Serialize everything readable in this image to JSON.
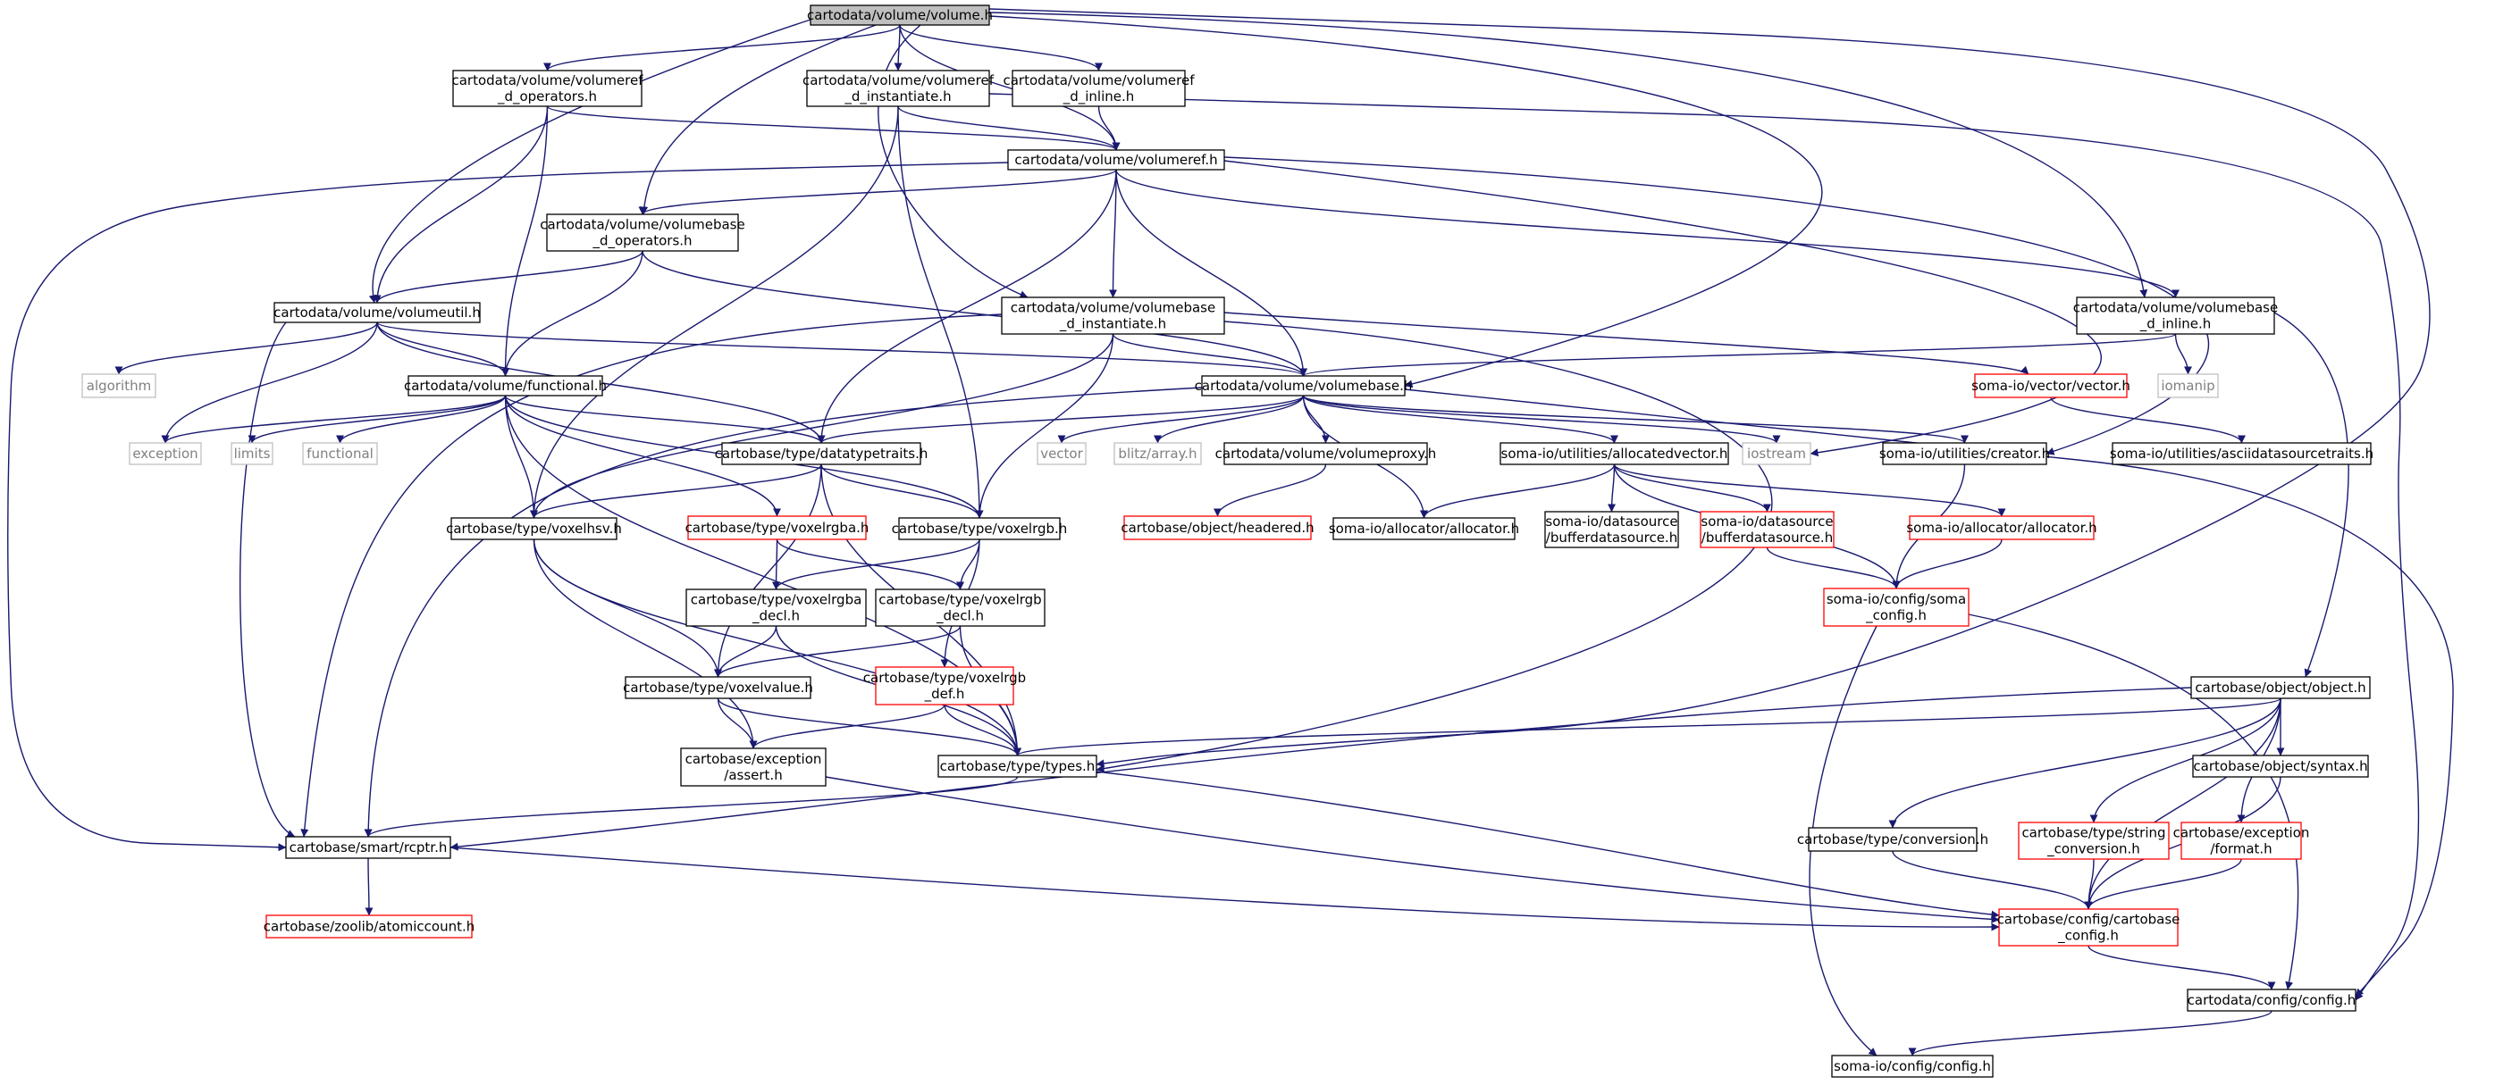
{
  "colors": {
    "edge": "#191970",
    "node_border": "#000000",
    "missing_border": "#ff0000",
    "external_border": "#bfbfbf",
    "root_fill": "#bfbfbf",
    "text": "#000000",
    "external_text": "#808080"
  },
  "nodes": [
    {
      "id": "n0",
      "lines": [
        "cartodata/volume/volume.h"
      ],
      "kind": "root"
    },
    {
      "id": "n1",
      "lines": [
        "cartodata/volume/volumeref",
        "_d_operators.h"
      ],
      "kind": "normal"
    },
    {
      "id": "n2",
      "lines": [
        "cartodata/volume/volumeref",
        "_d_instantiate.h"
      ],
      "kind": "normal"
    },
    {
      "id": "n3",
      "lines": [
        "cartodata/volume/volumeref",
        "_d_inline.h"
      ],
      "kind": "normal"
    },
    {
      "id": "n4",
      "lines": [
        "cartodata/volume/volumeref.h"
      ],
      "kind": "normal"
    },
    {
      "id": "n5",
      "lines": [
        "cartodata/volume/volumebase",
        "_d_operators.h"
      ],
      "kind": "normal"
    },
    {
      "id": "n6",
      "lines": [
        "cartodata/volume/volumeutil.h"
      ],
      "kind": "normal"
    },
    {
      "id": "n7",
      "lines": [
        "cartodata/volume/volumebase",
        "_d_instantiate.h"
      ],
      "kind": "normal"
    },
    {
      "id": "n8",
      "lines": [
        "cartodata/volume/volumebase",
        "_d_inline.h"
      ],
      "kind": "normal"
    },
    {
      "id": "n9",
      "lines": [
        "algorithm"
      ],
      "kind": "external"
    },
    {
      "id": "n10",
      "lines": [
        "cartodata/volume/functional.h"
      ],
      "kind": "normal"
    },
    {
      "id": "n11",
      "lines": [
        "cartodata/volume/volumebase.h"
      ],
      "kind": "normal"
    },
    {
      "id": "n12",
      "lines": [
        "soma-io/vector/vector.h"
      ],
      "kind": "missing"
    },
    {
      "id": "n13",
      "lines": [
        "iomanip"
      ],
      "kind": "external"
    },
    {
      "id": "n14",
      "lines": [
        "exception"
      ],
      "kind": "external"
    },
    {
      "id": "n15",
      "lines": [
        "limits"
      ],
      "kind": "external"
    },
    {
      "id": "n16",
      "lines": [
        "functional"
      ],
      "kind": "external"
    },
    {
      "id": "n17",
      "lines": [
        "cartobase/type/datatypetraits.h"
      ],
      "kind": "normal"
    },
    {
      "id": "n18",
      "lines": [
        "vector"
      ],
      "kind": "external"
    },
    {
      "id": "n19",
      "lines": [
        "blitz/array.h"
      ],
      "kind": "external"
    },
    {
      "id": "n20",
      "lines": [
        "cartodata/volume/volumeproxy.h"
      ],
      "kind": "normal"
    },
    {
      "id": "n21",
      "lines": [
        "soma-io/utilities/allocatedvector.h"
      ],
      "kind": "normal"
    },
    {
      "id": "n22",
      "lines": [
        "iostream"
      ],
      "kind": "external"
    },
    {
      "id": "n23",
      "lines": [
        "soma-io/utilities/creator.h"
      ],
      "kind": "normal"
    },
    {
      "id": "n24",
      "lines": [
        "soma-io/utilities/asciidatasourcetraits.h"
      ],
      "kind": "normal"
    },
    {
      "id": "n25",
      "lines": [
        "cartobase/type/voxelhsv.h"
      ],
      "kind": "normal"
    },
    {
      "id": "n26",
      "lines": [
        "cartobase/type/voxelrgba.h"
      ],
      "kind": "missing"
    },
    {
      "id": "n27",
      "lines": [
        "cartobase/type/voxelrgb.h"
      ],
      "kind": "normal"
    },
    {
      "id": "n28",
      "lines": [
        "cartobase/object/headered.h"
      ],
      "kind": "missing"
    },
    {
      "id": "n29",
      "lines": [
        "soma-io/allocator/allocator.h"
      ],
      "kind": "normal"
    },
    {
      "id": "n30",
      "lines": [
        "soma-io/datasource",
        "/bufferdatasource.h"
      ],
      "kind": "normal"
    },
    {
      "id": "n31",
      "lines": [
        "soma-io/datasource",
        "/bufferdatasource.h"
      ],
      "kind": "missing"
    },
    {
      "id": "n32",
      "lines": [
        "soma-io/allocator/allocator.h"
      ],
      "kind": "missing"
    },
    {
      "id": "n33",
      "lines": [
        "cartobase/type/voxelrgba",
        "_decl.h"
      ],
      "kind": "normal"
    },
    {
      "id": "n34",
      "lines": [
        "cartobase/type/voxelrgb",
        "_decl.h"
      ],
      "kind": "normal"
    },
    {
      "id": "n35",
      "lines": [
        "soma-io/config/soma",
        "_config.h"
      ],
      "kind": "missing"
    },
    {
      "id": "n36",
      "lines": [
        "cartobase/type/voxelvalue.h"
      ],
      "kind": "normal"
    },
    {
      "id": "n37",
      "lines": [
        "cartobase/type/voxelrgb",
        "_def.h"
      ],
      "kind": "missing"
    },
    {
      "id": "n38",
      "lines": [
        "cartobase/object/object.h"
      ],
      "kind": "normal"
    },
    {
      "id": "n39",
      "lines": [
        "cartobase/exception",
        "/assert.h"
      ],
      "kind": "normal"
    },
    {
      "id": "n40",
      "lines": [
        "cartobase/type/types.h"
      ],
      "kind": "normal"
    },
    {
      "id": "n41",
      "lines": [
        "cartobase/object/syntax.h"
      ],
      "kind": "normal"
    },
    {
      "id": "n42",
      "lines": [
        "cartobase/type/conversion.h"
      ],
      "kind": "normal"
    },
    {
      "id": "n43",
      "lines": [
        "cartobase/type/string",
        "_conversion.h"
      ],
      "kind": "missing"
    },
    {
      "id": "n44",
      "lines": [
        "cartobase/exception",
        "/format.h"
      ],
      "kind": "missing"
    },
    {
      "id": "n45",
      "lines": [
        "cartobase/smart/rcptr.h"
      ],
      "kind": "normal"
    },
    {
      "id": "n46",
      "lines": [
        "cartobase/zoolib/atomiccount.h"
      ],
      "kind": "missing"
    },
    {
      "id": "n47",
      "lines": [
        "cartobase/config/cartobase",
        "_config.h"
      ],
      "kind": "missing"
    },
    {
      "id": "n48",
      "lines": [
        "cartodata/config/config.h"
      ],
      "kind": "normal"
    },
    {
      "id": "n49",
      "lines": [
        "soma-io/config/config.h"
      ],
      "kind": "normal"
    }
  ],
  "edges": [
    [
      "n0",
      "n1"
    ],
    [
      "n0",
      "n2"
    ],
    [
      "n0",
      "n3"
    ],
    [
      "n0",
      "n4"
    ],
    [
      "n0",
      "n5"
    ],
    [
      "n0",
      "n6"
    ],
    [
      "n0",
      "n7"
    ],
    [
      "n0",
      "n8"
    ],
    [
      "n0",
      "n11"
    ],
    [
      "n0",
      "n40"
    ],
    [
      "n1",
      "n4"
    ],
    [
      "n1",
      "n6"
    ],
    [
      "n1",
      "n10"
    ],
    [
      "n2",
      "n4"
    ],
    [
      "n2",
      "n25"
    ],
    [
      "n2",
      "n27"
    ],
    [
      "n2",
      "n48"
    ],
    [
      "n3",
      "n4"
    ],
    [
      "n4",
      "n5"
    ],
    [
      "n4",
      "n7"
    ],
    [
      "n4",
      "n8"
    ],
    [
      "n4",
      "n11"
    ],
    [
      "n4",
      "n17"
    ],
    [
      "n4",
      "n45"
    ],
    [
      "n4",
      "n22"
    ],
    [
      "n4",
      "n23"
    ],
    [
      "n5",
      "n6"
    ],
    [
      "n5",
      "n10"
    ],
    [
      "n5",
      "n11"
    ],
    [
      "n6",
      "n9"
    ],
    [
      "n6",
      "n10"
    ],
    [
      "n6",
      "n11"
    ],
    [
      "n6",
      "n14"
    ],
    [
      "n6",
      "n17"
    ],
    [
      "n6",
      "n45"
    ],
    [
      "n7",
      "n11"
    ],
    [
      "n7",
      "n12"
    ],
    [
      "n7",
      "n25"
    ],
    [
      "n7",
      "n27"
    ],
    [
      "n7",
      "n45"
    ],
    [
      "n7",
      "n40"
    ],
    [
      "n8",
      "n11"
    ],
    [
      "n8",
      "n13"
    ],
    [
      "n8",
      "n38"
    ],
    [
      "n10",
      "n14"
    ],
    [
      "n10",
      "n15"
    ],
    [
      "n10",
      "n16"
    ],
    [
      "n10",
      "n17"
    ],
    [
      "n10",
      "n25"
    ],
    [
      "n10",
      "n26"
    ],
    [
      "n10",
      "n27"
    ],
    [
      "n10",
      "n40"
    ],
    [
      "n11",
      "n17"
    ],
    [
      "n11",
      "n18"
    ],
    [
      "n11",
      "n19"
    ],
    [
      "n11",
      "n20"
    ],
    [
      "n11",
      "n21"
    ],
    [
      "n11",
      "n22"
    ],
    [
      "n11",
      "n23"
    ],
    [
      "n11",
      "n29"
    ],
    [
      "n11",
      "n45"
    ],
    [
      "n11",
      "n48"
    ],
    [
      "n12",
      "n24"
    ],
    [
      "n17",
      "n25"
    ],
    [
      "n17",
      "n27"
    ],
    [
      "n17",
      "n36"
    ],
    [
      "n17",
      "n40"
    ],
    [
      "n20",
      "n28"
    ],
    [
      "n21",
      "n29"
    ],
    [
      "n21",
      "n30"
    ],
    [
      "n21",
      "n31"
    ],
    [
      "n21",
      "n32"
    ],
    [
      "n21",
      "n35"
    ],
    [
      "n23",
      "n35"
    ],
    [
      "n25",
      "n36"
    ],
    [
      "n25",
      "n39"
    ],
    [
      "n25",
      "n40"
    ],
    [
      "n26",
      "n33"
    ],
    [
      "n26",
      "n34"
    ],
    [
      "n27",
      "n33"
    ],
    [
      "n27",
      "n34"
    ],
    [
      "n27",
      "n37"
    ],
    [
      "n31",
      "n35"
    ],
    [
      "n32",
      "n35"
    ],
    [
      "n33",
      "n36"
    ],
    [
      "n33",
      "n40"
    ],
    [
      "n34",
      "n36"
    ],
    [
      "n34",
      "n40"
    ],
    [
      "n35",
      "n48"
    ],
    [
      "n35",
      "n49"
    ],
    [
      "n36",
      "n39"
    ],
    [
      "n36",
      "n40"
    ],
    [
      "n37",
      "n39"
    ],
    [
      "n37",
      "n40"
    ],
    [
      "n38",
      "n40"
    ],
    [
      "n38",
      "n41"
    ],
    [
      "n38",
      "n42"
    ],
    [
      "n38",
      "n43"
    ],
    [
      "n38",
      "n44"
    ],
    [
      "n38",
      "n45"
    ],
    [
      "n38",
      "n47"
    ],
    [
      "n39",
      "n47"
    ],
    [
      "n40",
      "n45"
    ],
    [
      "n40",
      "n47"
    ],
    [
      "n41",
      "n47"
    ],
    [
      "n42",
      "n47"
    ],
    [
      "n43",
      "n47"
    ],
    [
      "n44",
      "n47"
    ],
    [
      "n45",
      "n46"
    ],
    [
      "n45",
      "n47"
    ],
    [
      "n47",
      "n48"
    ],
    [
      "n48",
      "n49"
    ]
  ]
}
